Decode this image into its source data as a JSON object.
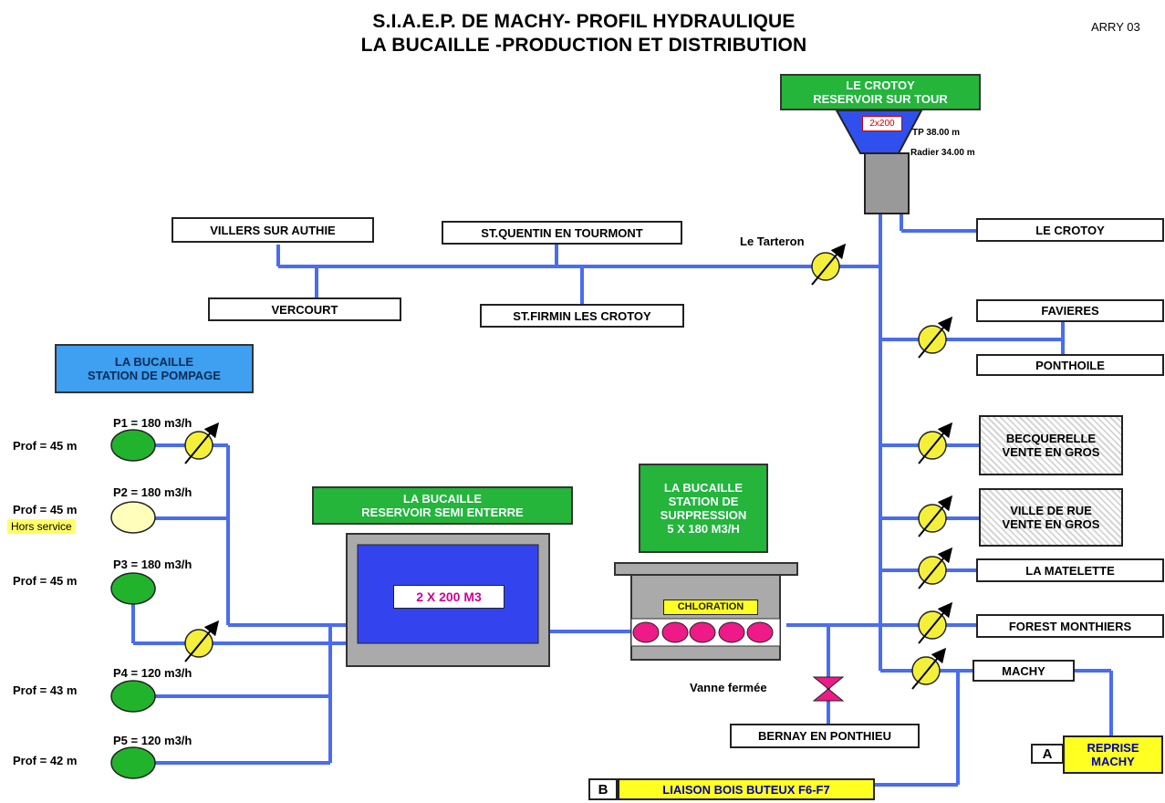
{
  "header": {
    "title_line1": "S.I.A.E.P. DE MACHY- PROFIL HYDRAULIQUE",
    "title_line2": "LA BUCAILLE -PRODUCTION ET DISTRIBUTION",
    "code": "ARRY 03"
  },
  "tower": {
    "name_line1": "LE CROTOY",
    "name_line2": "RESERVOIR SUR TOUR",
    "capacity": "2x200",
    "tp": "TP 38.00 m",
    "radier": "Radier 34.00 m"
  },
  "destinations": {
    "villers": "VILLERS SUR AUTHIE",
    "vercourt": "VERCOURT",
    "st_quentin": "ST.QUENTIN EN TOURMONT",
    "st_firmin": "ST.FIRMIN LES CROTOY",
    "tarteron": "Le Tarteron",
    "le_crotoy": "LE CROTOY",
    "favieres": "FAVIERES",
    "ponthoile": "PONTHOILE",
    "becquerelle_1": "BECQUERELLE",
    "becquerelle_2": "VENTE EN GROS",
    "ville_rue_1": "VILLE DE RUE",
    "ville_rue_2": "VENTE EN GROS",
    "matelette": "LA MATELETTE",
    "forest": "FOREST MONTHIERS",
    "machy": "MACHY",
    "bernay": "BERNAY EN PONTHIEU",
    "vanne": "Vanne fermée"
  },
  "station_pompage": {
    "line1": "LA BUCAILLE",
    "line2": "STATION DE POMPAGE"
  },
  "pumps": [
    {
      "name": "P1 = 180 m3/h",
      "depth": "Prof = 45 m",
      "status": ""
    },
    {
      "name": "P2 = 180 m3/h",
      "depth": "Prof = 45 m",
      "status": "Hors service"
    },
    {
      "name": "P3 = 180 m3/h",
      "depth": "Prof = 45 m",
      "status": ""
    },
    {
      "name": "P4 = 120 m3/h",
      "depth": "Prof = 43 m",
      "status": ""
    },
    {
      "name": "P5 = 120 m3/h",
      "depth": "Prof = 42 m",
      "status": ""
    }
  ],
  "reservoir": {
    "line1": "LA BUCAILLE",
    "line2": "RESERVOIR SEMI ENTERRE",
    "capacity": "2 X 200 M3"
  },
  "surpression": {
    "line1": "LA BUCAILLE",
    "line2": "STATION DE",
    "line3": "SURPRESSION",
    "line4": "5 X 180 M3/H",
    "chloration": "CHLORATION"
  },
  "links": {
    "a_letter": "A",
    "reprise_1": "REPRISE",
    "reprise_2": "MACHY",
    "b_letter": "B",
    "liaison": "LIAISON BOIS BUTEUX F6-F7"
  },
  "colors": {
    "pipe": "#4a6cf0",
    "green": "#25b53a",
    "blue_box": "#3f9ff0",
    "meter_yellow": "#f4f03a",
    "pump_green": "#22b32c",
    "pump_off": "#ffffbb",
    "reservoir_blue": "#3344ee",
    "magenta": "#ee1a88"
  }
}
